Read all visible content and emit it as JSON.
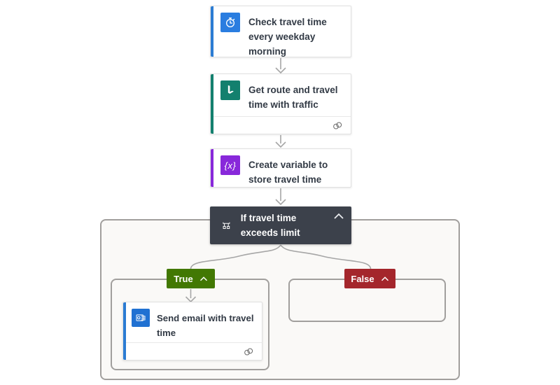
{
  "colors": {
    "page_background": "#ffffff",
    "scope_background": "#faf9f7",
    "scope_border": "#a19f9d",
    "connector": "#a6a6a6",
    "card_title_text": "#323a45"
  },
  "trigger_card": {
    "title": "Check travel time every weekday morning",
    "icon": "alarm-clock-icon",
    "accent_color": "#2b7cd3",
    "icon_bg": "#2a7de0"
  },
  "bing_card": {
    "title": "Get route and travel time with traffic",
    "icon": "bing-maps-icon",
    "accent_color": "#13806e",
    "icon_bg": "#13806e",
    "footer_icon": "connection-icon"
  },
  "variable_card": {
    "title": "Create variable to store travel time",
    "icon": "variable-icon",
    "icon_glyph": "{x}",
    "accent_color": "#8828da",
    "icon_bg": "#8828da"
  },
  "condition": {
    "title": "If travel time exceeds limit",
    "icon": "condition-icon",
    "background": "#3c414b",
    "chevron_icon": "chevron-up-icon"
  },
  "branches": {
    "true": {
      "label": "True",
      "background": "#427803",
      "chevron_icon": "chevron-up-icon"
    },
    "false": {
      "label": "False",
      "background": "#a4262c",
      "chevron_icon": "chevron-up-icon"
    }
  },
  "send_email_card": {
    "title": "Send email with travel time",
    "icon": "outlook-icon",
    "accent_color": "#2b7cd3",
    "icon_bg": "#2071d2",
    "footer_icon": "connection-icon"
  }
}
